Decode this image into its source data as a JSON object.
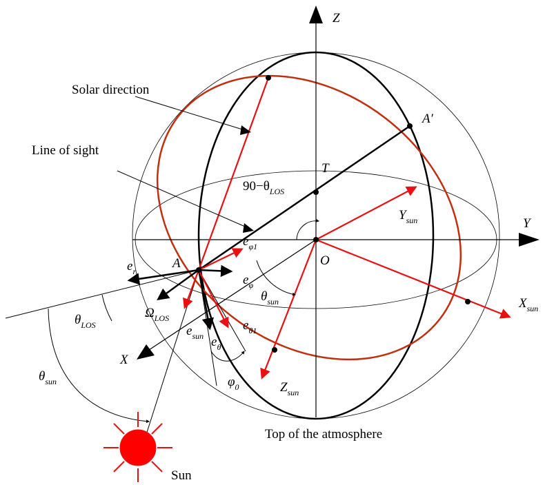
{
  "labels": {
    "axis_z": "Z",
    "axis_y": "Y",
    "axis_x": "X",
    "point_t": "T",
    "point_o": "O",
    "point_a": "A",
    "point_a_prime": "A′",
    "solar_direction": "Solar direction",
    "line_of_sight": "Line of sight",
    "top_of_atmosphere": "Top of the atmosphere",
    "sun": "Sun",
    "angle_90": "90−θ",
    "angle_90_sub": "LOS",
    "theta": "θ",
    "phi": "φ",
    "omega": "Ω",
    "e": "e",
    "x_sun": "X",
    "x_sun_sub": "sun",
    "y_sun": "Y",
    "y_sun_sub": "sun",
    "z_sun": "Z",
    "z_sun_sub": "sun",
    "e_r_sub": "r",
    "e_phi1_sub": "φ1",
    "e_phi_sub": "φ",
    "e_sun_sub": "sun",
    "e_theta_sub": "θ",
    "e_theta1_sub": "θ1",
    "theta_los_sub": "LOS",
    "omega_los_sub": "LOS",
    "theta_sun_sub": "sun",
    "theta_sun2_sub": "sun",
    "phi0_sub": "0"
  },
  "colors": {
    "red": "#e81010",
    "dark_red": "#c0300f",
    "black": "#000000",
    "sun_fill": "#ff0000"
  }
}
